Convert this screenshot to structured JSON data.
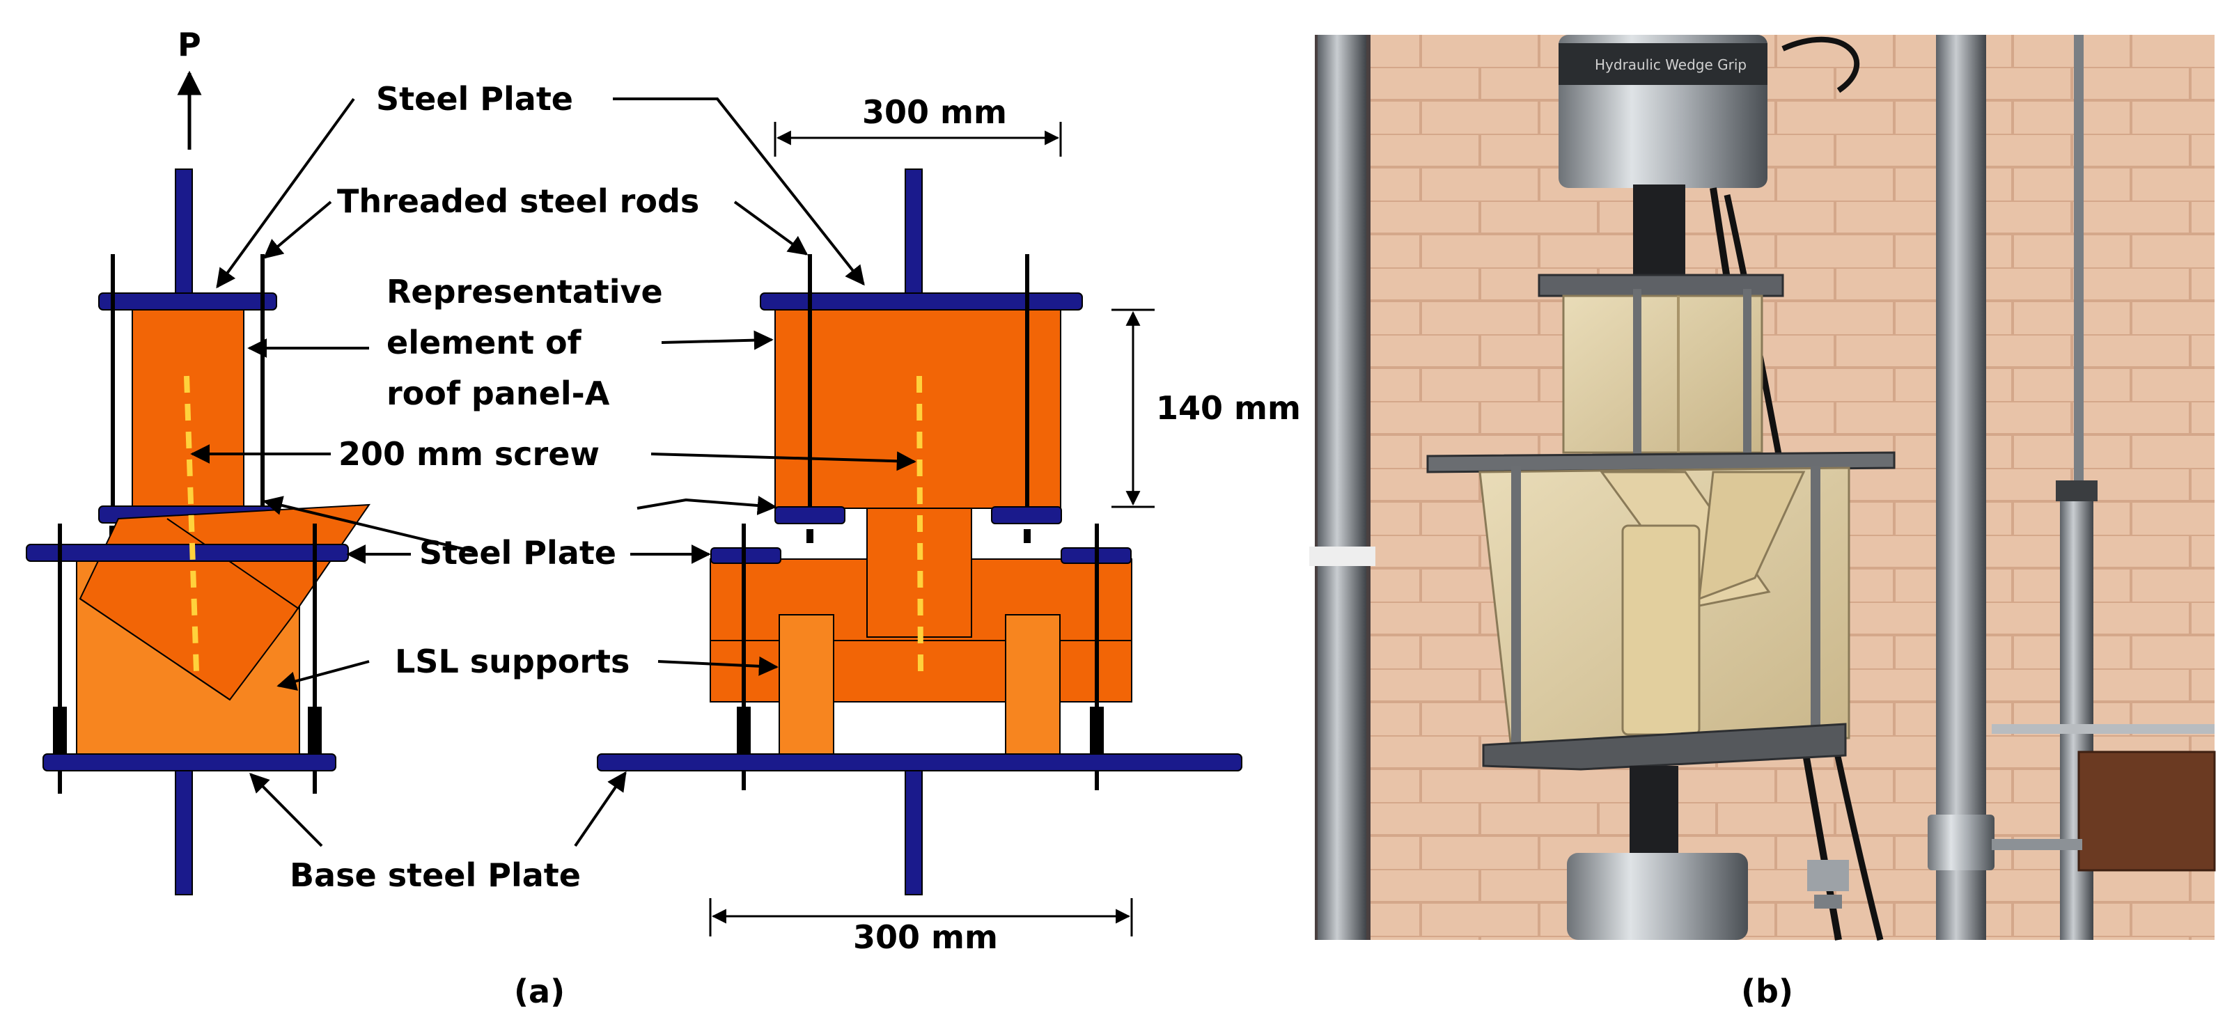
{
  "colors": {
    "orange": "#f26506",
    "light_orange": "#f7851f",
    "navy": "#1a1a8c",
    "screw": "#ffd23c"
  },
  "labels": {
    "load": "P",
    "steel_plate_top": "Steel Plate",
    "threaded_rods": "Threaded steel rods",
    "representative_line1": "Representative",
    "representative_line2": "element of",
    "representative_line3": "roof panel-A",
    "screw": "200 mm screw",
    "steel_plate_mid": "Steel Plate",
    "lsl_supports": "LSL supports",
    "base_plate": "Base steel Plate",
    "dim_top": "300 mm",
    "dim_height": "140 mm",
    "dim_bottom": "300 mm"
  },
  "captions": {
    "a": "(a)",
    "b": "(b)"
  },
  "photo": {
    "grip_text": "Hydraulic Wedge Grip"
  }
}
